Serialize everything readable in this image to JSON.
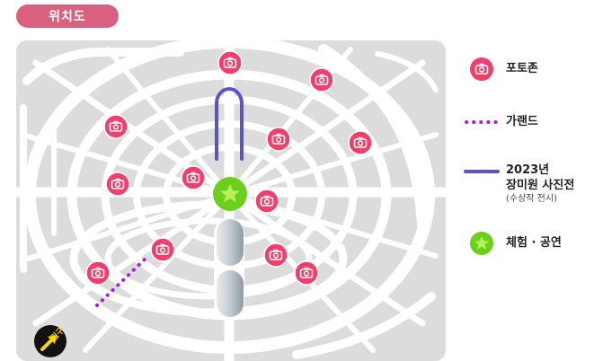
{
  "header": {
    "title": "위치도"
  },
  "map": {
    "entrance_label": "입구",
    "colors": {
      "background": "#dcdcdc",
      "roads": "#ffffff",
      "rose_path": "#5a55c7",
      "garden": "#a21fdc",
      "photo": "#ef3f6a",
      "star": "#6ccf1e",
      "entrance": "#111111",
      "entrance_arrow": "#ffd600"
    }
  },
  "legend": {
    "photo_zone": {
      "label": "포토존",
      "icon": "camera-icon"
    },
    "garden": {
      "label": "가랜드",
      "icon": "dotted-line-icon"
    },
    "exhibition": {
      "label_line1": "2023년",
      "label_line2": "장미원 사진전",
      "sub": "(수상작 전시)",
      "icon": "solid-line-icon"
    },
    "performance": {
      "label": "체험 · 공연",
      "icon": "star-icon"
    }
  }
}
